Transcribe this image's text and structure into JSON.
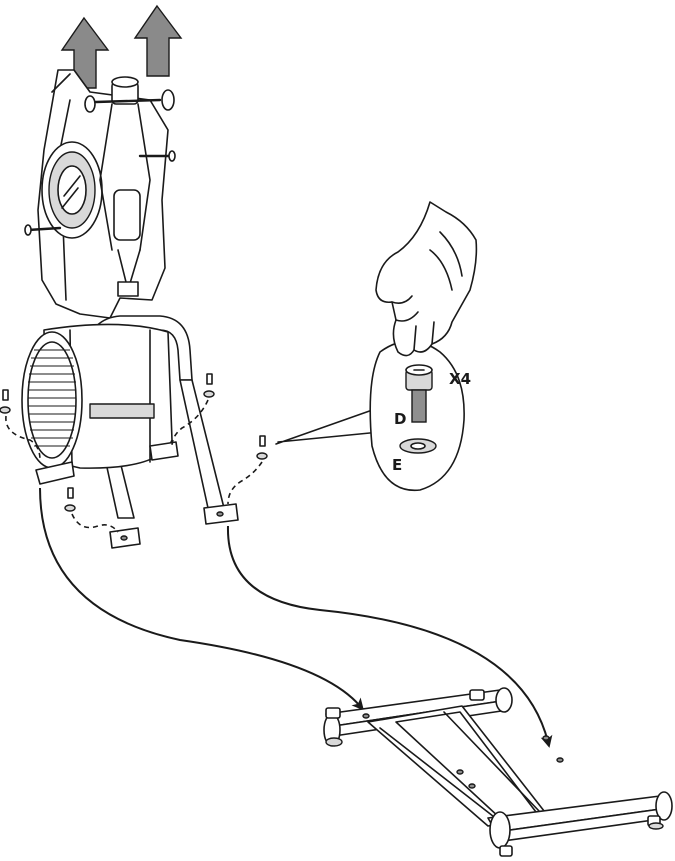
{
  "callout": {
    "quantity_label": "X4",
    "part_bolt_label": "D",
    "part_washer_label": "E"
  },
  "arrow_color": "#8a8a8a",
  "fastener_count": 4
}
